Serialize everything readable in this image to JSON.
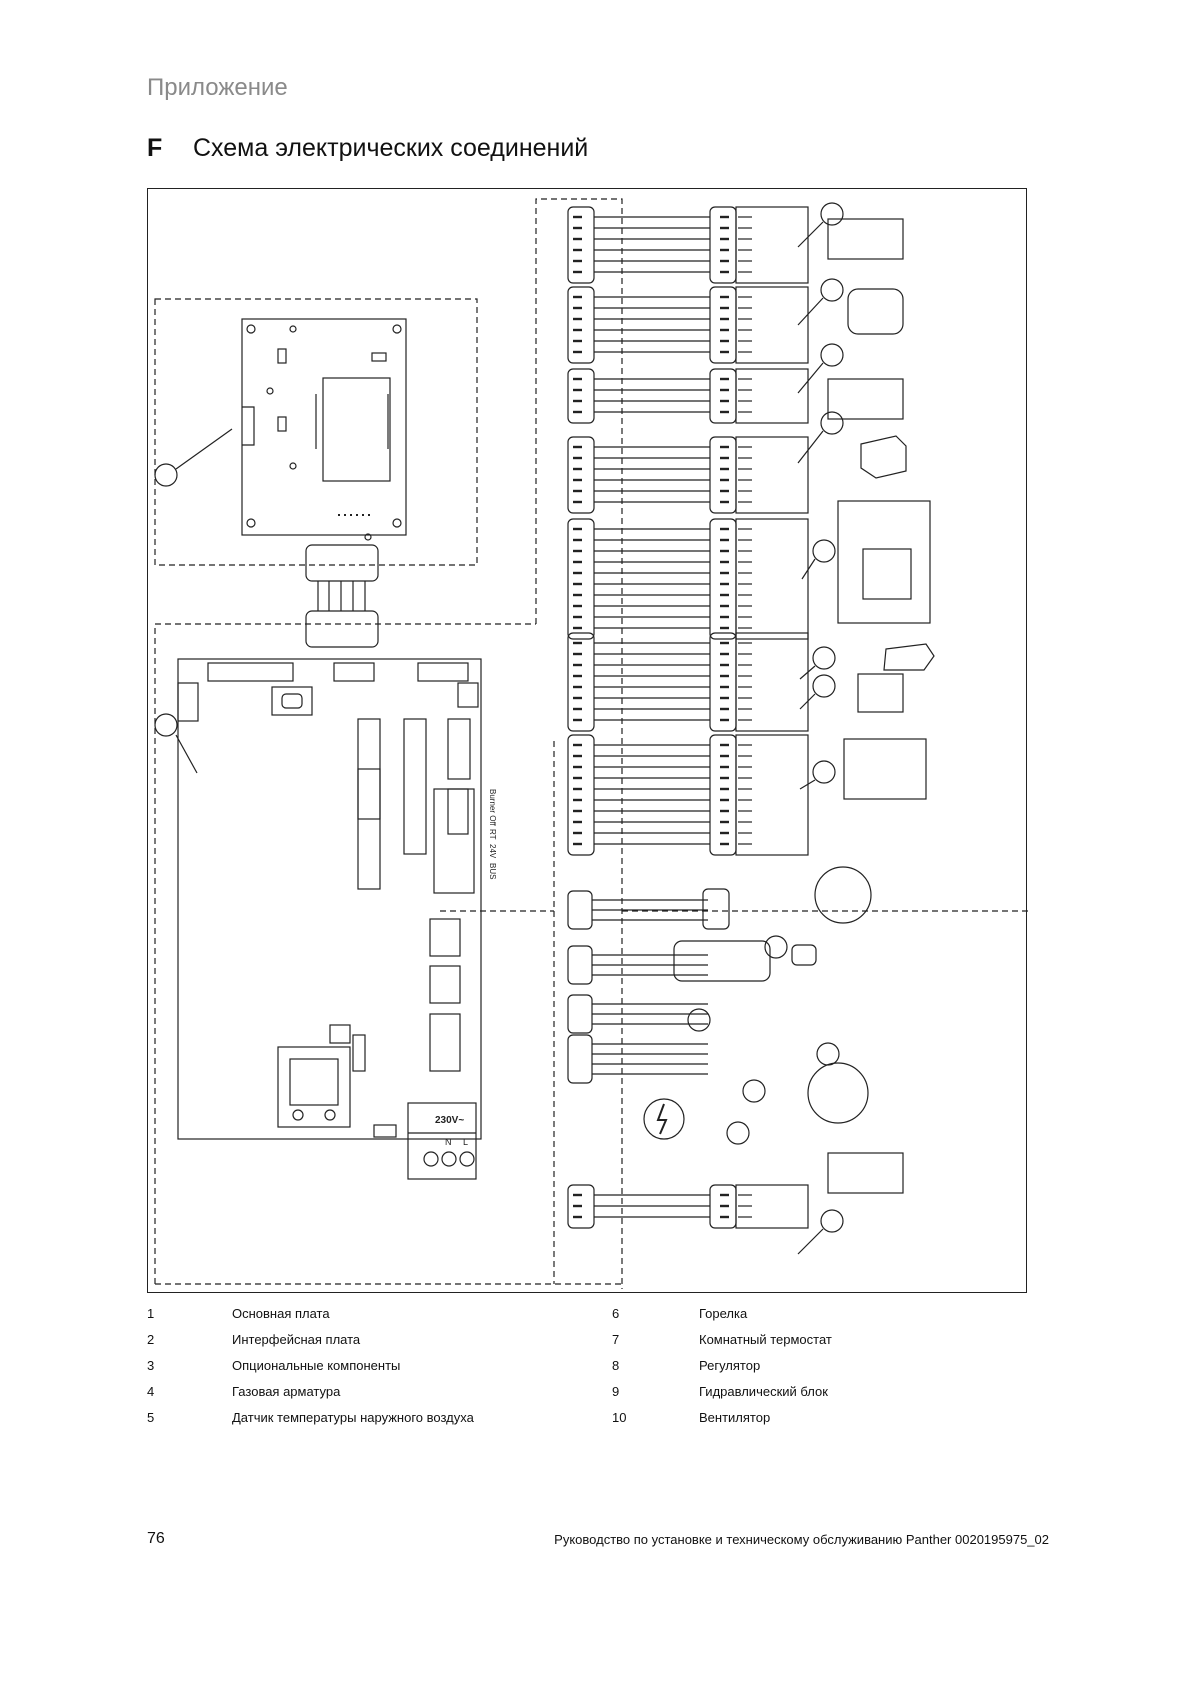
{
  "header": {
    "section": "Приложение",
    "letter": "F",
    "title": "Схема электрических соединений"
  },
  "diagram": {
    "terminal_labels": [
      "Burner Off",
      "RT",
      "24V",
      "BUS"
    ],
    "voltage_label": "230V~",
    "mains_labels": [
      "N",
      "L"
    ]
  },
  "legend": [
    {
      "num": "1",
      "label": "Основная плата"
    },
    {
      "num": "2",
      "label": "Интерфейсная плата"
    },
    {
      "num": "3",
      "label": "Опциональные компоненты"
    },
    {
      "num": "4",
      "label": "Газовая арматура"
    },
    {
      "num": "5",
      "label": "Датчик температуры наружного воздуха"
    },
    {
      "num": "6",
      "label": "Горелка"
    },
    {
      "num": "7",
      "label": "Комнатный термостат"
    },
    {
      "num": "8",
      "label": "Регулятор"
    },
    {
      "num": "9",
      "label": "Гидравлический блок"
    },
    {
      "num": "10",
      "label": "Вентилятор"
    }
  ],
  "footer": {
    "page_number": "76",
    "document": "Руководство по установке и техническому обслуживанию Panther 0020195975_02"
  }
}
